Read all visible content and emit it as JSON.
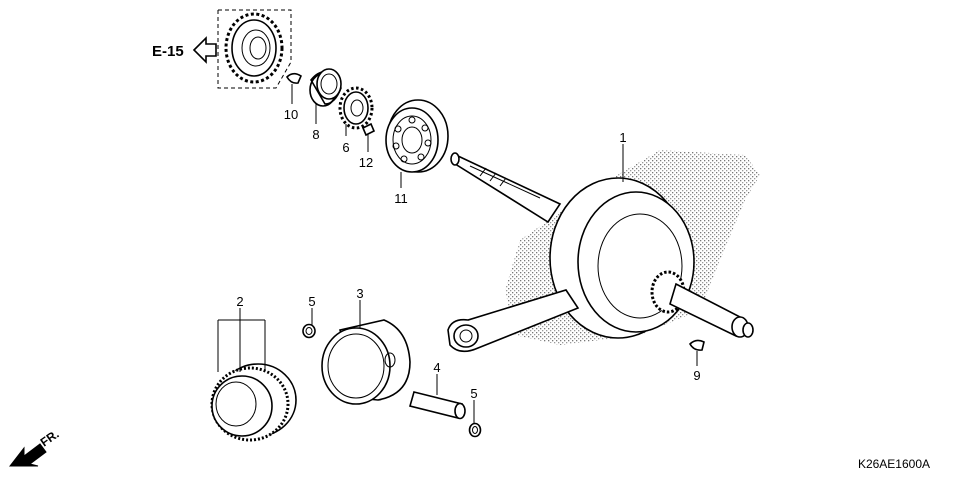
{
  "reference": {
    "section_code": "E-15",
    "diagram_code": "K26AE1600A",
    "front_marker": "FR."
  },
  "callouts": [
    {
      "id": "1",
      "label": "1"
    },
    {
      "id": "2",
      "label": "2"
    },
    {
      "id": "3",
      "label": "3"
    },
    {
      "id": "4",
      "label": "4"
    },
    {
      "id": "5a",
      "label": "5"
    },
    {
      "id": "5b",
      "label": "5"
    },
    {
      "id": "6",
      "label": "6"
    },
    {
      "id": "8",
      "label": "8"
    },
    {
      "id": "9",
      "label": "9"
    },
    {
      "id": "10",
      "label": "10"
    },
    {
      "id": "11",
      "label": "11"
    },
    {
      "id": "12",
      "label": "12"
    }
  ]
}
